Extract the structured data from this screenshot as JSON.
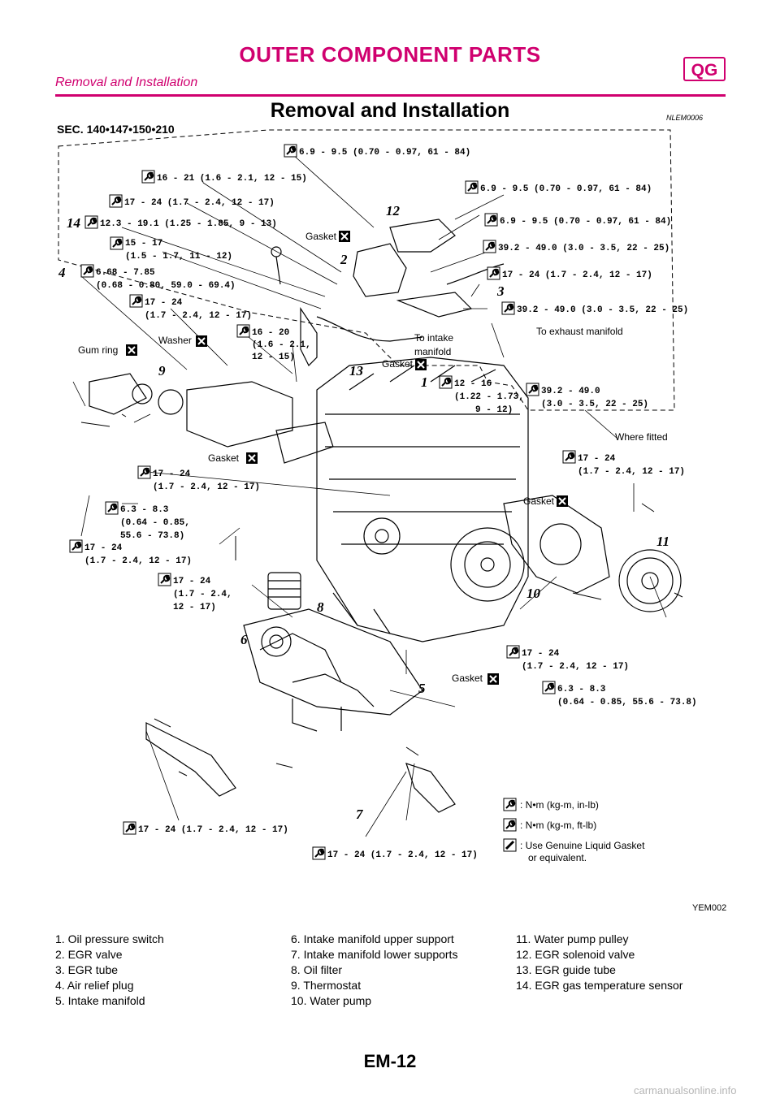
{
  "header": {
    "title": "OUTER COMPONENT PARTS",
    "badge": "QG",
    "subtitle": "Removal and Installation"
  },
  "section": {
    "title": "Removal and Installation",
    "code": "NLEM0006"
  },
  "diagram": {
    "sec_label": "SEC. 140•147•150•210",
    "figure_id": "YEM002",
    "torque_labels": [
      "6.9 - 9.5 (0.70 - 0.97, 61 - 84)",
      "16 - 21 (1.6 - 2.1, 12 - 15)",
      "6.9 - 9.5 (0.70 - 0.97, 61 - 84)",
      "17 - 24 (1.7 - 2.4, 12 - 17)",
      "6.9 - 9.5 (0.70 - 0.97, 61 - 84)",
      "12.3 - 19.1 (1.25 - 1.85, 9 - 13)",
      "15 - 17",
      "(1.5 - 1.7, 11 - 12)",
      "39.2 - 49.0 (3.0 - 3.5, 22 - 25)",
      "6.68 - 7.85",
      "(0.68 - 0.80, 59.0 - 69.4)",
      "17 - 24 (1.7 - 2.4, 12 - 17)",
      "17 - 24",
      "(1.7 - 2.4, 12 - 17)",
      "39.2 - 49.0 (3.0 - 3.5, 22 - 25)",
      "16 - 20",
      "(1.6 - 2.1,",
      "12 - 15)",
      "12 - 16",
      "(1.22 - 1.73,",
      "9 - 12)",
      "39.2 - 49.0",
      "(3.0 - 3.5, 22 - 25)",
      "17 - 24",
      "(1.7 - 2.4, 12 - 17)",
      "17 - 24",
      "(1.7 - 2.4, 12 - 17)",
      "6.3 - 8.3",
      "(0.64 - 0.85,",
      "55.6 - 73.8)",
      "17 - 24",
      "(1.7 - 2.4, 12 - 17)",
      "17 - 24",
      "(1.7 - 2.4,",
      "12 - 17)",
      "17 - 24",
      "(1.7 - 2.4, 12 - 17)",
      "6.3 - 8.3",
      "(0.64 - 0.85, 55.6 - 73.8)",
      "17 - 24 (1.7 - 2.4, 12 - 17)",
      "17 - 24 (1.7 - 2.4, 12 - 17)"
    ],
    "callouts": [
      "Gasket",
      "To intake",
      "manifold",
      "To exhaust manifold",
      "Washer",
      "Gum ring",
      "Gasket",
      "Where fitted",
      "Gasket",
      "Gasket",
      "Gasket"
    ],
    "part_numbers": [
      "12",
      "2",
      "3",
      "4",
      "14",
      "9",
      "13",
      "1",
      "11",
      "10",
      "8",
      "6",
      "5",
      "7"
    ],
    "key": {
      "nm_kgm_inlb": ": N•m (kg-m, in-lb)",
      "nm_kgm_ftlb": ": N•m (kg-m, ft-lb)",
      "liquid_gasket_1": ": Use Genuine Liquid Gasket",
      "liquid_gasket_2": "or equivalent."
    }
  },
  "parts_legend": {
    "col1": [
      "1. Oil pressure switch",
      "2. EGR valve",
      "3. EGR tube",
      "4. Air relief plug",
      "5. Intake manifold"
    ],
    "col2": [
      "6. Intake manifold upper support",
      "7. Intake manifold lower supports",
      "8. Oil filter",
      "9. Thermostat",
      "10. Water pump"
    ],
    "col3": [
      "11. Water pump pulley",
      "12. EGR solenoid valve",
      "13. EGR guide tube",
      "14. EGR gas temperature sensor"
    ]
  },
  "page_number": "EM-12",
  "watermark": "carmanualsonline.info"
}
